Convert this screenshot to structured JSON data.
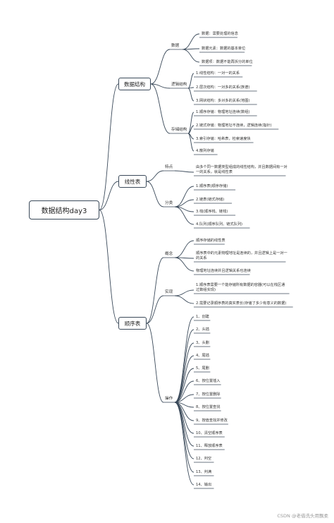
{
  "root": "数据结构day3",
  "watermark": "CSDN @老借洗头用飘柔",
  "branches": [
    {
      "label": "数据结构",
      "children": [
        {
          "label": "数据",
          "items": [
            "数据：需要处理的信息",
            "数据元素：数据的基本单位",
            "数据项：数据不能再拆分的单位"
          ]
        },
        {
          "label": "逻辑结构",
          "items": [
            "1.线性结构：一对一的关系",
            "2.层次结构：一对多的关系(族谱)",
            "3.网状结构：多对多的关系(地图)"
          ]
        },
        {
          "label": "存储结构",
          "items": [
            "1.顺序存储：物理地址连续(数组)",
            "2.链式存储：物理地址不连续，逻辑连续(指针)",
            "3.索引存储：哈希表，检索速度快",
            "4.散列存储"
          ]
        }
      ]
    },
    {
      "label": "线性表",
      "children": [
        {
          "label": "特点",
          "items": [
            "由多个同一数据类型组成的线性结构，并且数据间有一对\n一的关系，就是线性表"
          ]
        },
        {
          "label": "分类",
          "items": [
            "1.顺序表(顺序存储)",
            "2.链表(链式存储)",
            "3.栈(顺序栈、链栈)",
            "4.队列(顺序队列、链式队列)"
          ]
        }
      ]
    },
    {
      "label": "顺序表",
      "children": [
        {
          "label": "概念",
          "items": [
            "顺序存储的线性表",
            "顺序表中的元素物理地址是连续的，并且逻辑上是一对一\n的关系",
            "物理地址连续并且逻辑关系也连续"
          ]
        },
        {
          "label": "实现",
          "items": [
            "1.顺序表需要一个能存储所有数据的容器(可以在栈区通\n过数组实现)",
            "2.需要记录顺序表的真实表长(存储了多少有意义的数据)"
          ]
        },
        {
          "label": "操作",
          "items": [
            "1、创建",
            "2、头插",
            "3、头删",
            "4、尾插",
            "5、尾删",
            "6、按位置插入",
            "7、按位置删除",
            "8、按位置查找",
            "9、按值查找并修改",
            "10、清空顺序表",
            "11、释放顺序表",
            "12、判空",
            "13、判满",
            "14、输出"
          ]
        }
      ]
    }
  ]
}
